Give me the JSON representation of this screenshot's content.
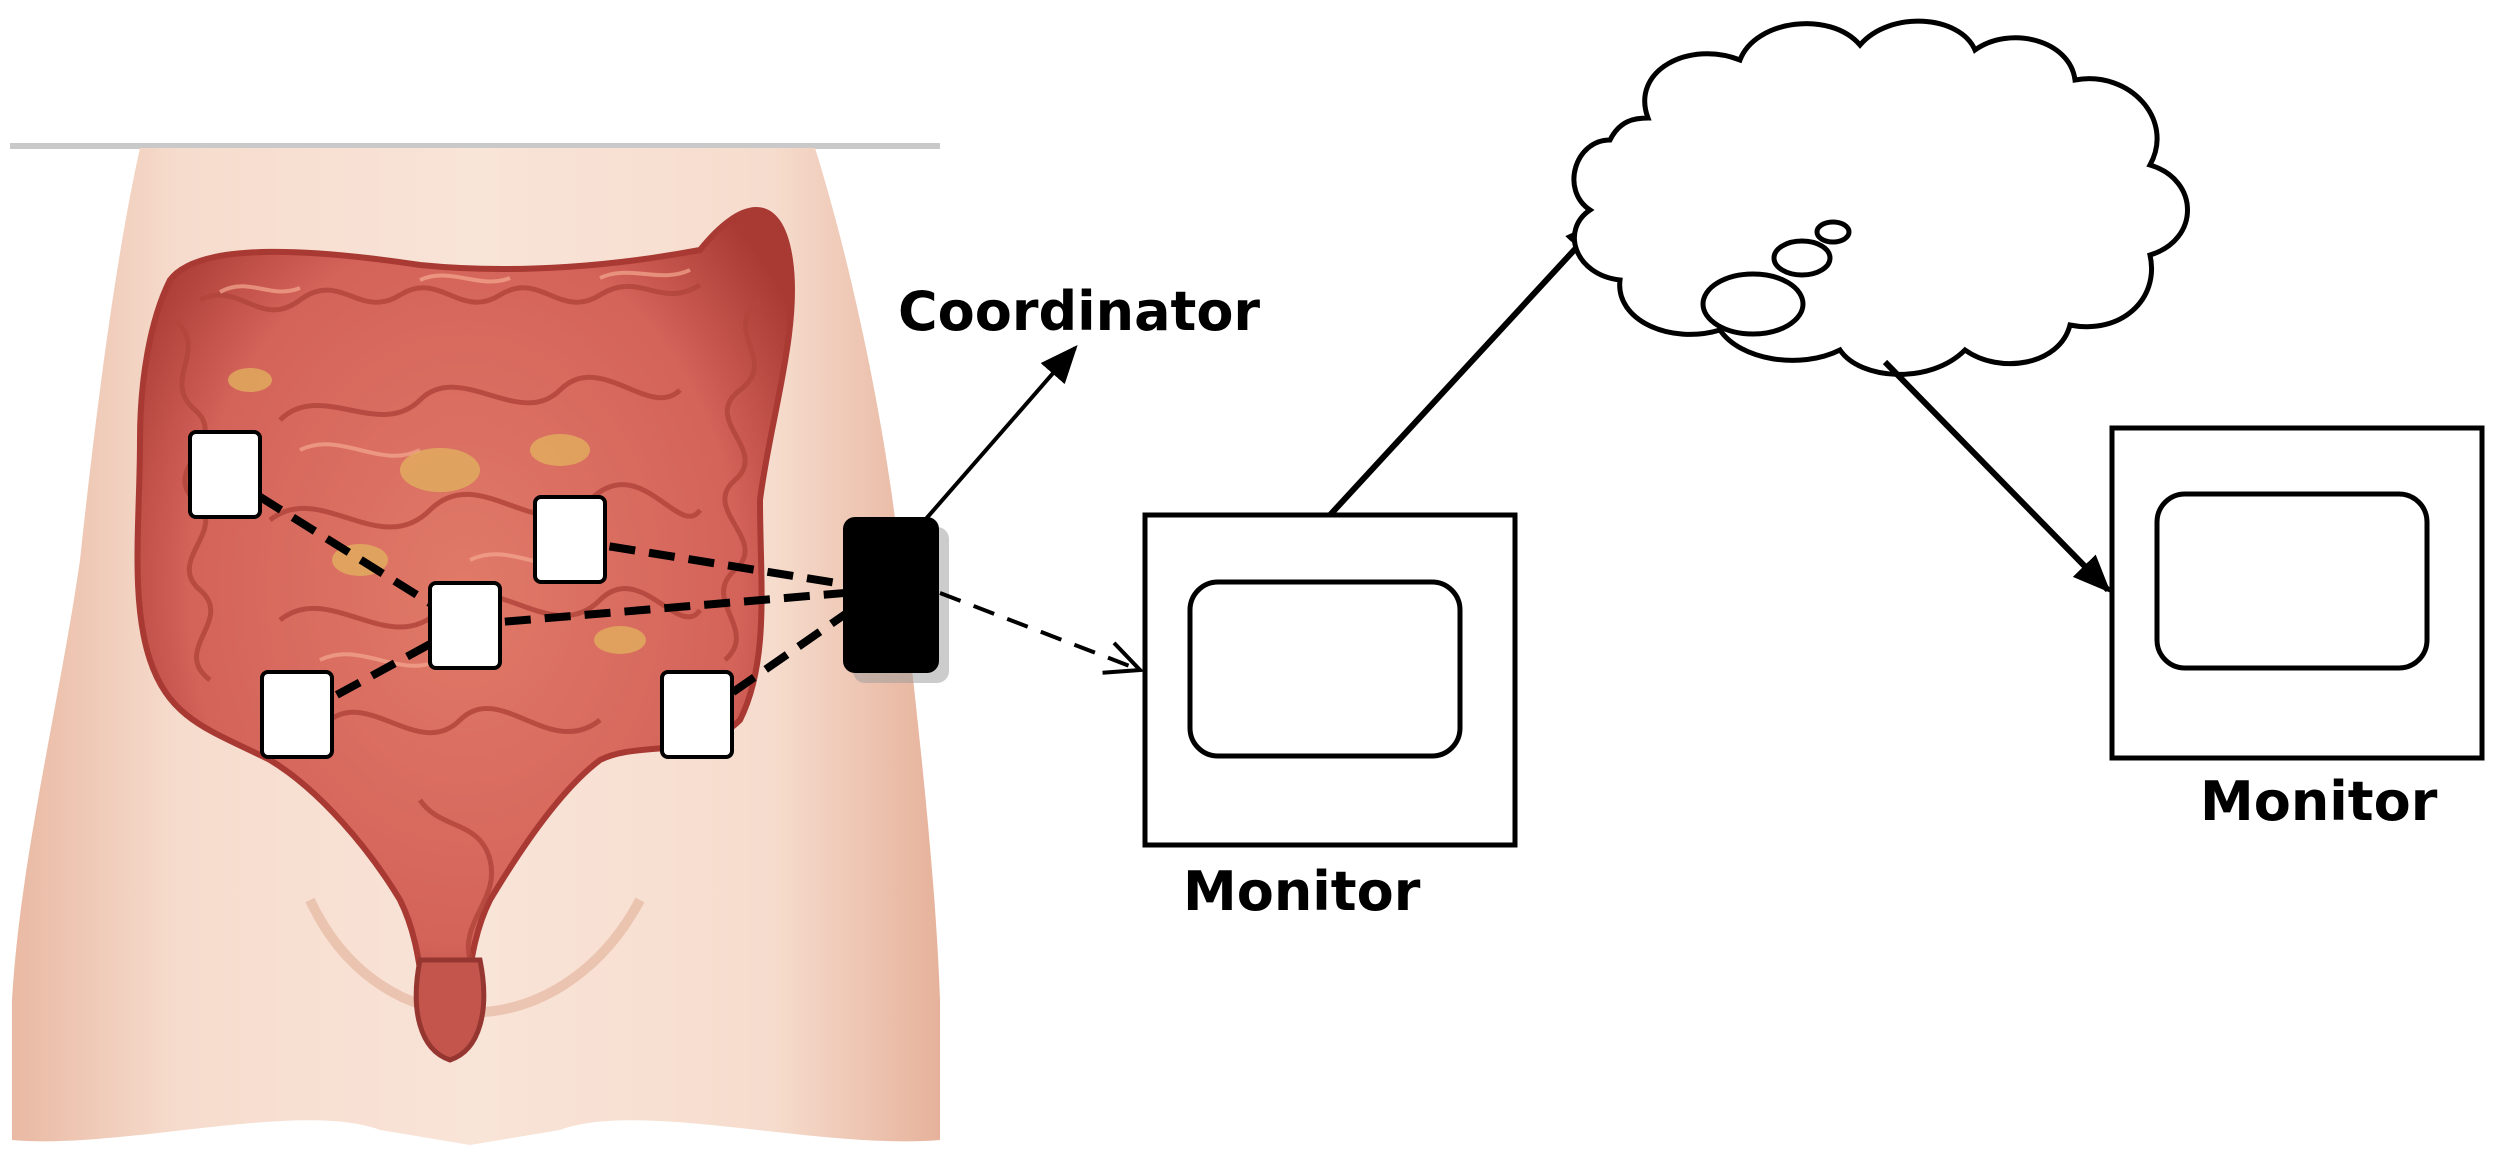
{
  "labels": {
    "coordinator": "Coordinator",
    "monitor_left": "Monitor",
    "monitor_right": "Monitor"
  },
  "colors": {
    "skin_light": "#f6dccd",
    "skin_mid": "#efc4ae",
    "skin_shadow": "#d99d86",
    "intestine": "#d9685c",
    "intestine_dark": "#a83a33",
    "intestine_light": "#ee9a85",
    "fat": "#e2b35d",
    "line": "#000000",
    "sensor_fill": "#ffffff",
    "coordinator_fill": "#000000"
  },
  "icons": {
    "sensors": "sensor-node-icon",
    "coordinator": "coordinator-device-icon",
    "cloud": "cloud-icon",
    "monitor": "monitor-icon"
  },
  "connections": [
    {
      "from": "sensor-upper-left",
      "to": "sensor-center",
      "style": "dashed"
    },
    {
      "from": "sensor-center",
      "to": "sensor-lower-left",
      "style": "dashed"
    },
    {
      "from": "sensor-center",
      "to": "coordinator",
      "style": "dashed"
    },
    {
      "from": "sensor-upper-mid",
      "to": "coordinator",
      "style": "dashed"
    },
    {
      "from": "sensor-lower-right",
      "to": "coordinator",
      "style": "dashed"
    },
    {
      "from": "coordinator",
      "to": "coordinator-label",
      "style": "solid-arrow"
    },
    {
      "from": "coordinator",
      "to": "monitor-left",
      "style": "dashed-arrow"
    },
    {
      "from": "monitor-left",
      "to": "cloud",
      "style": "solid-arrow"
    },
    {
      "from": "cloud",
      "to": "monitor-right",
      "style": "solid-arrow"
    }
  ]
}
